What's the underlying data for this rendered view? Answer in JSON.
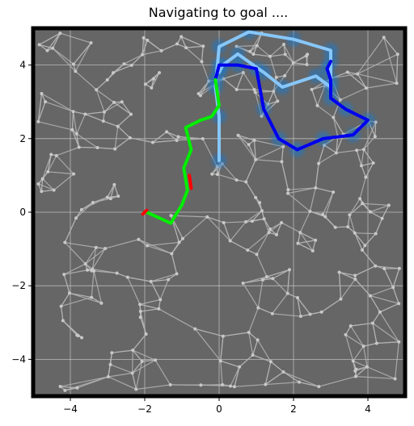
{
  "title": "Navigating to goal ....",
  "colors": {
    "plot_background": "#666666",
    "grid": "#cfcfcf",
    "roadmap_edge": "#b4b4b4",
    "roadmap_node": "#c8c8c8",
    "explored_path": "#87c7fa",
    "planned_path": "#0000ee",
    "traversed_path": "#00ee00",
    "robot": "#ff0000",
    "frontier_blob": "#1f78c8",
    "frame": "#000000"
  },
  "chart_data": {
    "type": "line",
    "title": "Navigating to goal ....",
    "xlabel": "",
    "ylabel": "",
    "xlim": [
      -5,
      5
    ],
    "ylim": [
      -5,
      5
    ],
    "xticks": [
      -4,
      -2,
      0,
      2,
      4
    ],
    "yticks": [
      -4,
      -2,
      0,
      2,
      4
    ],
    "grid": true,
    "series": [
      {
        "role": "explored",
        "x": [
          0.0,
          0.0,
          -0.1,
          0.0,
          0.8,
          2.0,
          3.0,
          3.0,
          2.6,
          1.7,
          1.2,
          0.5,
          0.1,
          0.0
        ],
        "y": [
          1.4,
          2.6,
          3.4,
          4.5,
          4.9,
          4.7,
          4.4,
          3.4,
          3.7,
          3.4,
          3.8,
          4.3,
          4.0,
          3.8
        ]
      },
      {
        "role": "planned",
        "x": [
          -0.1,
          0.0,
          0.5,
          1.0,
          1.2,
          1.6,
          2.1,
          2.8,
          3.6,
          4.0,
          3.4,
          3.0,
          3.0,
          2.9,
          3.0
        ],
        "y": [
          3.6,
          4.0,
          4.0,
          3.9,
          2.8,
          2.0,
          1.7,
          2.0,
          2.1,
          2.5,
          2.8,
          3.1,
          3.6,
          3.9,
          4.1
        ]
      },
      {
        "role": "traversed",
        "x": [
          -0.1,
          0.0,
          -0.2,
          -0.5,
          -0.9,
          -0.75,
          -0.95,
          -0.85,
          -1.0,
          -1.3,
          -1.95,
          -2.0
        ],
        "y": [
          3.6,
          2.9,
          2.6,
          2.5,
          2.3,
          1.7,
          1.2,
          0.6,
          0.2,
          -0.3,
          0.0,
          0.0
        ]
      },
      {
        "role": "robot",
        "x": [
          -2.05,
          -1.95,
          -0.8,
          -0.75
        ],
        "y": [
          -0.05,
          0.05,
          1.0,
          0.65
        ]
      }
    ]
  }
}
